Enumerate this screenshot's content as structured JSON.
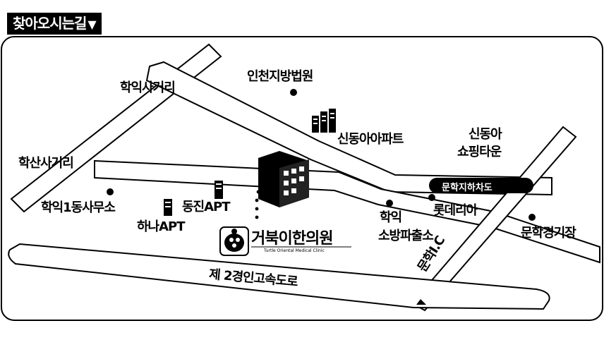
{
  "header": {
    "title": "찾아오시는길",
    "arrow": "▼"
  },
  "roads": {
    "expressway": "제 2경인고속도로",
    "ic": "문학I.C"
  },
  "intersections": {
    "haksan": "학산사거리",
    "hakik": "학익사거리"
  },
  "places": {
    "court": "인천지방법원",
    "sindong_apt": "신동아아파트",
    "sindong_shop_1": "신동아",
    "sindong_shop_2": "쇼핑타운",
    "subway": "문학지하차도",
    "lotteria": "롯데리아",
    "stadium": "문학경기장",
    "fire_1": "학익",
    "fire_2": "소방파출소",
    "office": "학익1동사무소",
    "dongjin": "동진APT",
    "hana": "하나APT"
  },
  "brand": {
    "name": "거북이한의원",
    "subtitle": "Turtle Oriental Medical Clinic"
  },
  "colors": {
    "ink": "#000000",
    "paper": "#ffffff"
  }
}
